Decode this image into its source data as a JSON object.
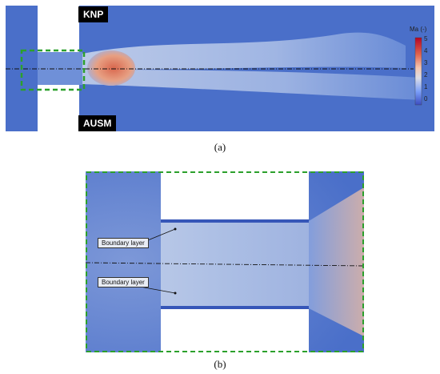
{
  "panel_a": {
    "caption": "(a)",
    "top_label": "KNP",
    "bottom_label": "AUSM",
    "colorbar": {
      "title": "Ma (-)",
      "ticks": [
        "5",
        "4",
        "3",
        "2",
        "1",
        "0"
      ],
      "colors": [
        "#b40426",
        "#e0654f",
        "#f4c6b0",
        "#cfd8ea",
        "#7b9ff9",
        "#3b4cc0"
      ]
    }
  },
  "panel_b": {
    "caption": "(b)",
    "annotations": [
      "Boundary layer",
      "Boundary layer"
    ]
  },
  "colors": {
    "zoom_box": "#2ca02c",
    "background_flow": "#4a6fc9",
    "wall": "#ffffff"
  }
}
